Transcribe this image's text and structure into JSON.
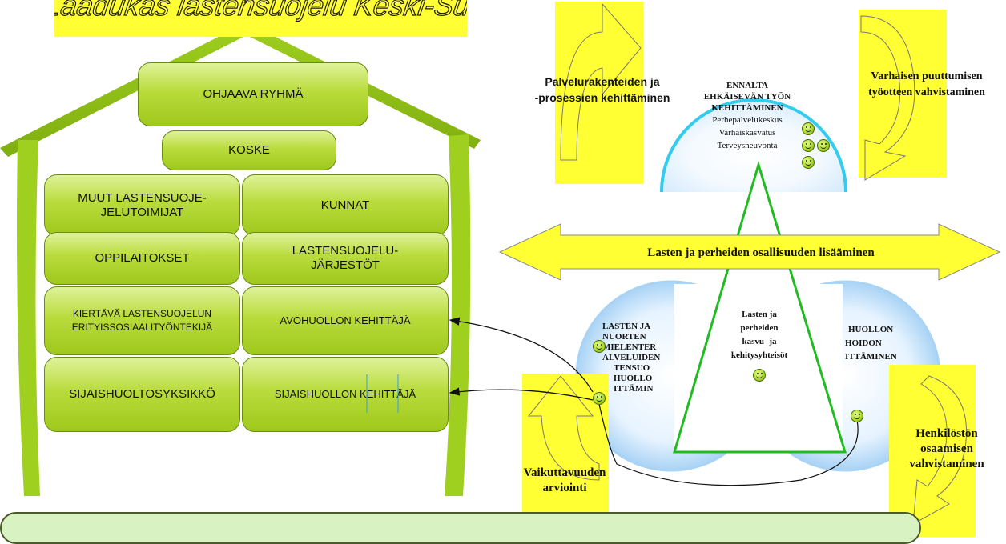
{
  "title": "Laadukas lastensuojelu Keski-Suomessa",
  "house": {
    "ohjaava": "OHJAAVA RYHMÄ",
    "koske": "KOSKE",
    "muut_line1": "MUUT LASTENSUOJE-",
    "muut_line2": "JELUTOIMIJAT",
    "kunnat": "KUNNAT",
    "oppilaitokset": "OPPILAITOKSET",
    "lsj_line1": "LASTENSUOJELU-",
    "lsj_line2": "JÄRJESTÖT",
    "kiertava_line1": "KIERTÄVÄ LASTENSUOJELUN",
    "kiertava_line2": "ERITYISSOSIAALITYÖNTEKIJÄ",
    "avohuolto": "AVOHUOLLON KEHITTÄJÄ",
    "sijaishuoltoyksikko": "SIJAISHUOLTOSYKSIKKÖ",
    "sijaishuolto_kehittaja": "SIJAISHUOLLON KEHITTÄJÄ"
  },
  "diagram": {
    "palvelu_line1": "Palvelurakenteiden ja",
    "palvelu_line2": "-prosessien kehittäminen",
    "varhainen_line1": "Varhaisen puuttumisen",
    "varhainen_line2": "työotteen vahvistaminen",
    "ennalta_line1": "ENNALTA",
    "ennalta_line2": "EHKÄISEVÄN TYÖN",
    "ennalta_line3": "KEHITTÄMINEN",
    "perhepalvelu": "Perhepalvelukeskus",
    "varhaiskasvatus": "Varhaiskasvatus",
    "terveysneuvonta": "Terveysneuvonta",
    "osallisuus": "Lasten ja perheiden osallisuuden lisääminen",
    "lasten_line1": "LASTEN JA",
    "lasten_line2": "NUORTEN",
    "lasten_line3": "MIELENTER",
    "lasten_line4": "ALVELUIDEN",
    "lasten_line5": "TENSUO",
    "lasten_line6": "HUOLLO",
    "lasten_line7": "ITTÄMIN",
    "kasvu_line1": "Lasten ja",
    "kasvu_line2": "perheiden",
    "kasvu_line3": "kasvu- ja",
    "kasvu_line4": "kehitysyhteisöt",
    "huollon_line1": "HUOLLON",
    "huollon_line2": "HOIDON",
    "huollon_line3": "ITTÄMINEN",
    "henkilosto_line1": "Henkilöstön",
    "henkilosto_line2": "osaamisen",
    "henkilosto_line3": "vahvistaminen",
    "vaikuttavuus_line1": "Vaikuttavuuden",
    "vaikuttavuus_line2": "arviointi"
  },
  "colors": {
    "yellow": "#ffff33",
    "green_box": "#b9dc3c",
    "cyan": "#33ccee",
    "bottom_bar": "#d9f2c2"
  }
}
